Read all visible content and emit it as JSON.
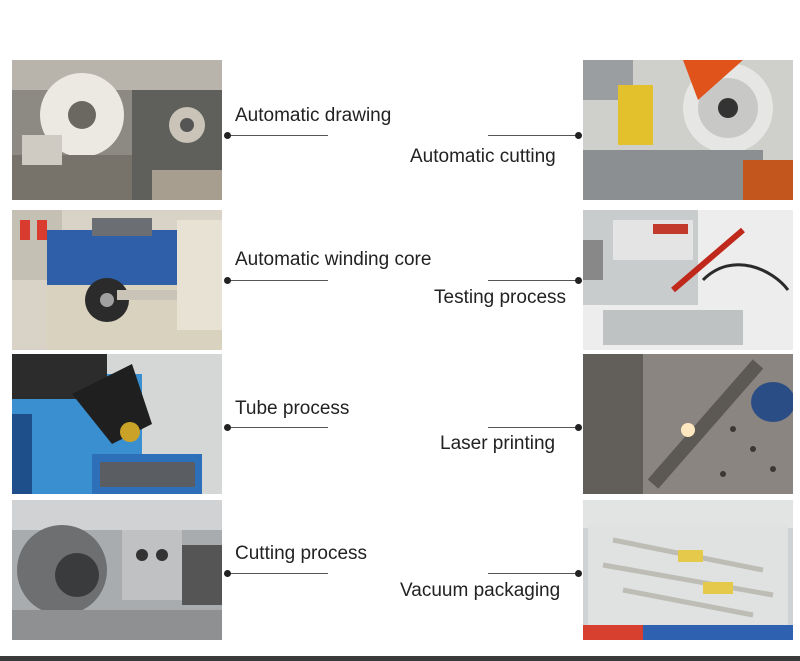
{
  "processes": {
    "left": [
      {
        "label": "Automatic drawing",
        "icon": "drawing-machine-photo"
      },
      {
        "label": "Automatic winding core",
        "icon": "winding-machine-photo"
      },
      {
        "label": "Tube process",
        "icon": "tube-machine-photo"
      },
      {
        "label": "Cutting process",
        "icon": "lathe-machine-photo"
      }
    ],
    "right": [
      {
        "label": "Automatic cutting",
        "icon": "cutting-saw-photo"
      },
      {
        "label": "Testing process",
        "icon": "testing-instrument-photo"
      },
      {
        "label": "Laser printing",
        "icon": "laser-printer-photo"
      },
      {
        "label": "Vacuum packaging",
        "icon": "vacuum-packaging-photo"
      }
    ]
  }
}
